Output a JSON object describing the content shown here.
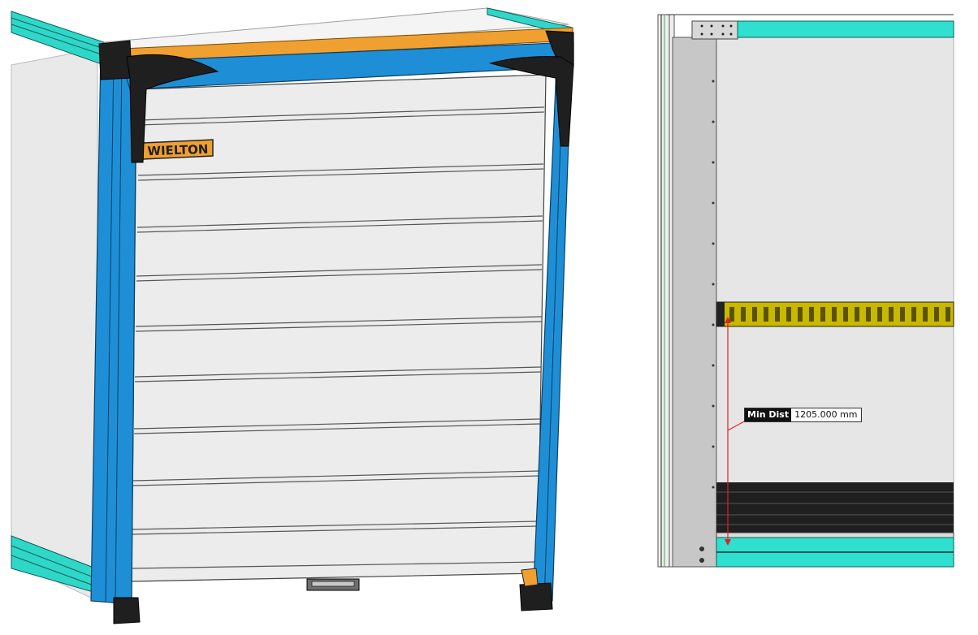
{
  "left_view": {
    "logo_text": "WIELTON",
    "colors": {
      "frame_blue": "#1e8fd6",
      "top_rail_orange": "#f0a030",
      "side_rail_cyan": "#2fd7c8",
      "corner_black": "#1f1f1f",
      "shutter_white": "#ececec",
      "logo_plate": "#f0a030"
    }
  },
  "right_view": {
    "measurement": {
      "label": "Min Dist",
      "value": "1205.000 mm"
    },
    "colors": {
      "cyan_bar": "#2fe0d0",
      "rail_olive": "#c9b800",
      "measure_red": "#e0221e",
      "post_gray": "#c7c7c7",
      "panel_gray": "#e6e6e6"
    }
  }
}
